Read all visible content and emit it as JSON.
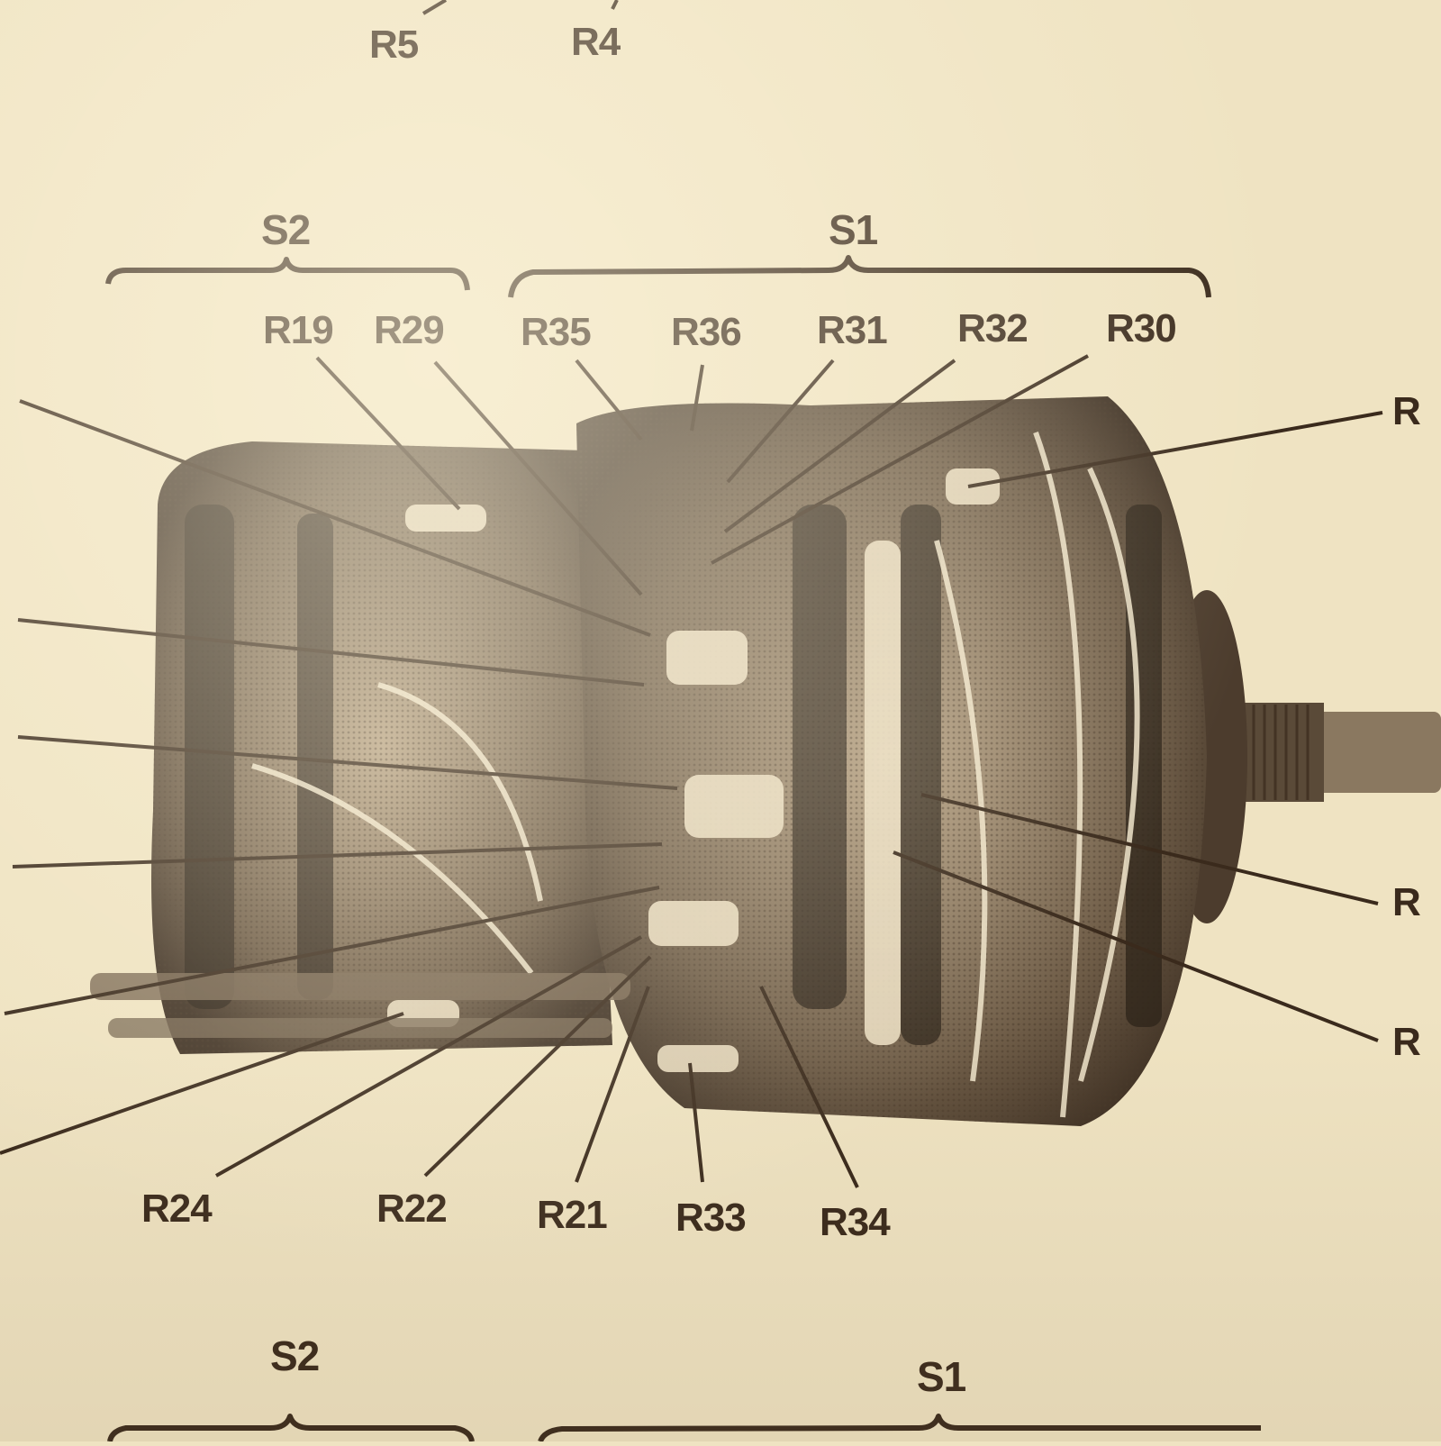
{
  "colors": {
    "paper": "#efe3c2",
    "ink": "#3a2a1c",
    "metal": "#7b6a55"
  },
  "groups": {
    "top_s2": "S2",
    "top_s1": "S1",
    "bottom_s2": "S2",
    "bottom_s1": "S1"
  },
  "labels": {
    "r5": "R5",
    "r4": "R4",
    "r19": "R19",
    "r29": "R29",
    "r35": "R35",
    "r36": "R36",
    "r31": "R31",
    "r32": "R32",
    "r30": "R30",
    "r24": "R24",
    "r22": "R22",
    "r21": "R21",
    "r33": "R33",
    "r34": "R34",
    "right_top": "R",
    "right_mid": "R",
    "right_bottom": "R"
  }
}
